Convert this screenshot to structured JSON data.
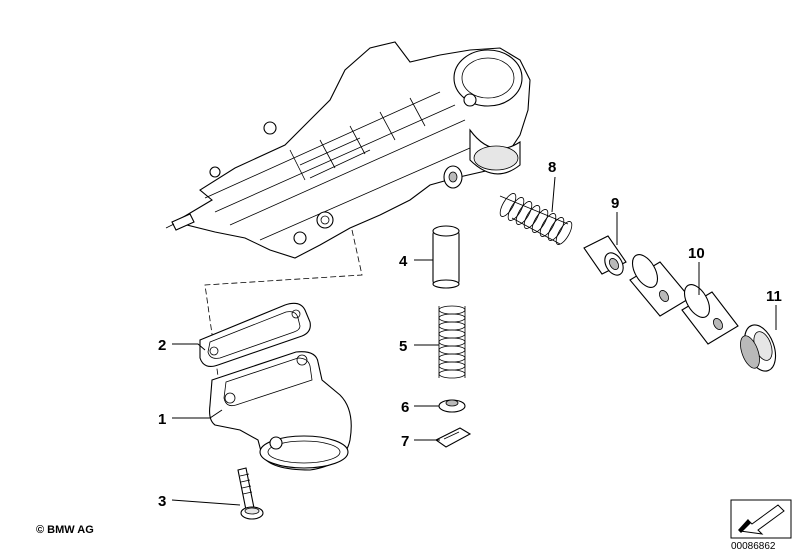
{
  "callouts": {
    "c1": "1",
    "c2": "2",
    "c3": "3",
    "c4": "4",
    "c5": "5",
    "c6": "6",
    "c7": "7",
    "c8": "8",
    "c9": "9",
    "c10": "10",
    "c11": "11"
  },
  "footer": {
    "copyright": "© BMW AG",
    "doc_number": "00086862"
  },
  "icons": {
    "orientation": "arrow-icon"
  }
}
